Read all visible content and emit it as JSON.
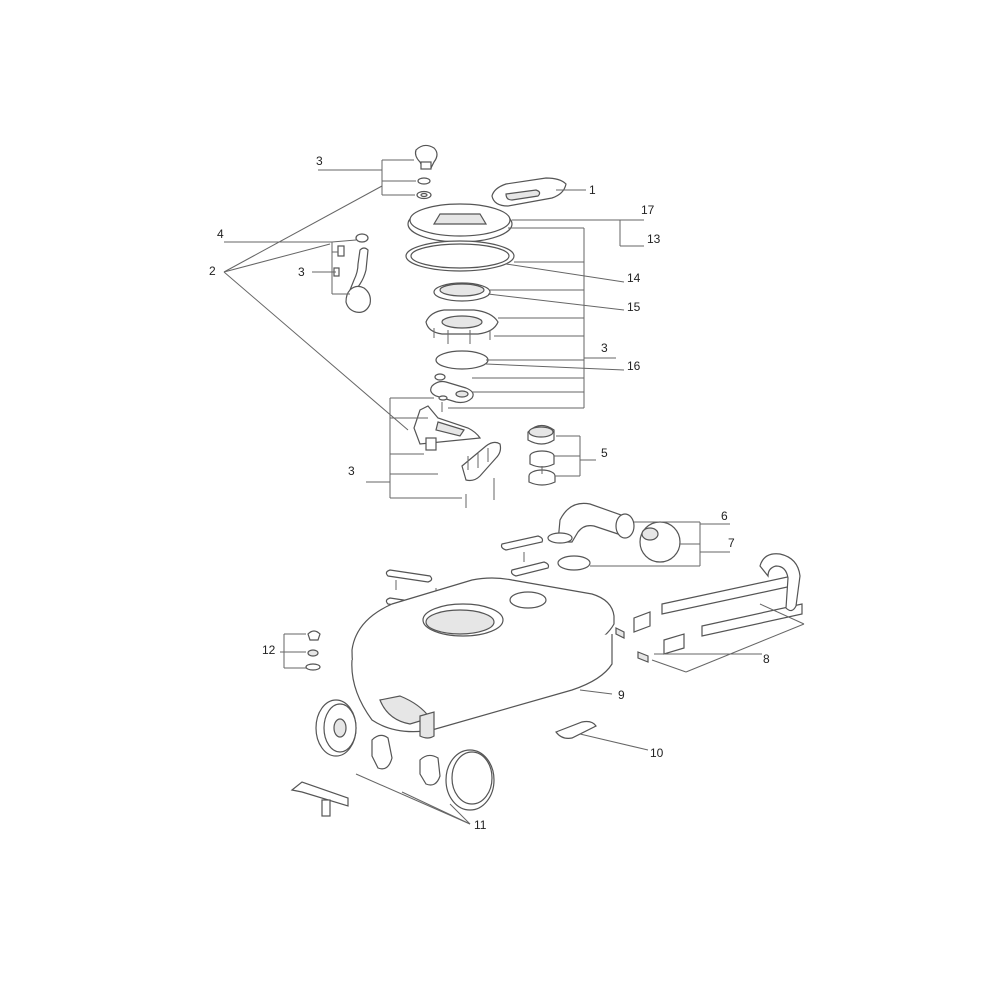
{
  "labels": {
    "l1": "1",
    "l2": "2",
    "l3a": "3",
    "l3b": "3",
    "l3c": "3",
    "l3d": "3",
    "l4": "4",
    "l5": "5",
    "l6": "6",
    "l7": "7",
    "l8": "8",
    "l9": "9",
    "l10": "10",
    "l11": "11",
    "l12": "12",
    "l13": "13",
    "l14": "14",
    "l15": "15",
    "l16": "16",
    "l17": "17"
  }
}
